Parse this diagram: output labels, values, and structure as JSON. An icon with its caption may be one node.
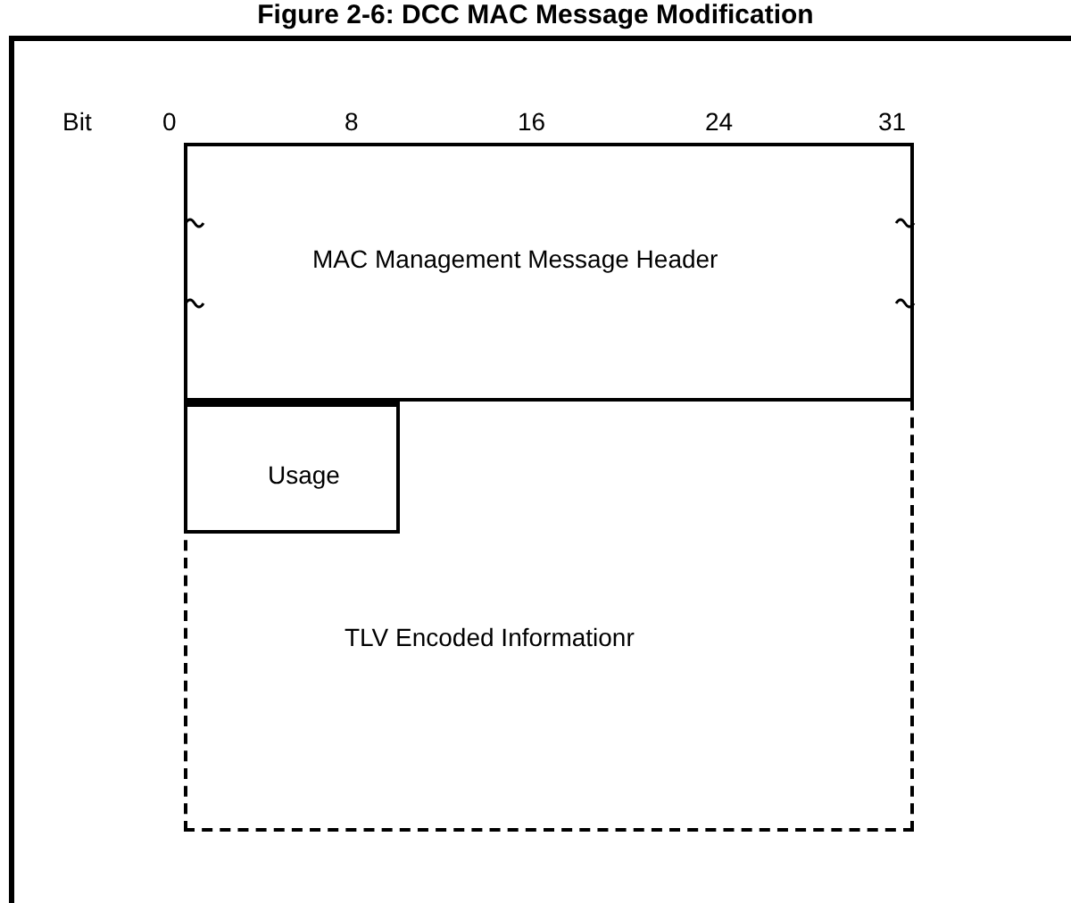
{
  "diagram": {
    "title": "Figure 2-6: DCC MAC Message Modification",
    "nodes": [
      {
        "text": [
          "MAC Management Message Header"
        ]
      },
      {
        "text": [
          "TLV Encoded Informationr"
        ]
      },
      {
        "text": [
          "Usage"
        ],
        "in": 1
      }
    ],
    "labels": [
      "Bit",
      "0",
      "8",
      "16",
      "24",
      "31"
    ]
  }
}
